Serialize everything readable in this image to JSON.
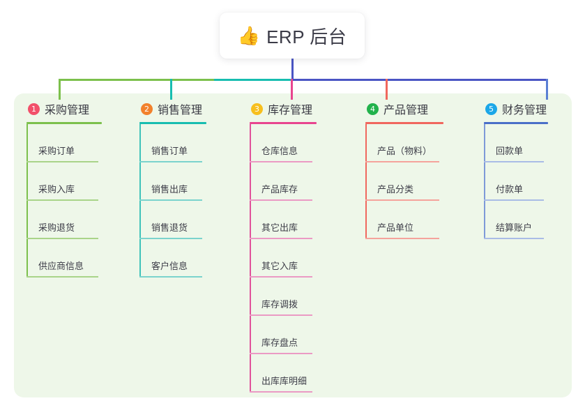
{
  "root": {
    "icon": "thumbs-up-icon",
    "emoji": "👍",
    "title": "ERP 后台"
  },
  "palette": {
    "panel_bg": "#eef7e9",
    "root_stem": "#4a55c4",
    "bus_green": "#7cc04c",
    "bus_teal": "#18bdb0",
    "bus_blue": "#4a55c4"
  },
  "columns": [
    {
      "number": "1",
      "title": "采购管理",
      "badge_color": "#f2506a",
      "rule_color": "#7cc04c",
      "spine_color": "#7cc04c",
      "leaf_rule_color": "#a9d489",
      "items": [
        {
          "label": "采购订单"
        },
        {
          "label": "采购入库"
        },
        {
          "label": "采购退货"
        },
        {
          "label": "供应商信息"
        }
      ]
    },
    {
      "number": "2",
      "title": "销售管理",
      "badge_color": "#f2812c",
      "rule_color": "#18bdb0",
      "spine_color": "#3fc3ba",
      "leaf_rule_color": "#7bd3cd",
      "items": [
        {
          "label": "销售订单"
        },
        {
          "label": "销售出库"
        },
        {
          "label": "销售退货"
        },
        {
          "label": "客户信息"
        }
      ]
    },
    {
      "number": "3",
      "title": "库存管理",
      "badge_color": "#f7bf1e",
      "rule_color": "#e8458f",
      "spine_color": "#e0519a",
      "leaf_rule_color": "#eb9ac4",
      "items": [
        {
          "label": "仓库信息"
        },
        {
          "label": "产品库存"
        },
        {
          "label": "其它出库"
        },
        {
          "label": "其它入库"
        },
        {
          "label": "库存调拨"
        },
        {
          "label": "库存盘点"
        },
        {
          "label": "出库库明细"
        }
      ]
    },
    {
      "number": "4",
      "title": "产品管理",
      "badge_color": "#22b24c",
      "rule_color": "#f0675e",
      "spine_color": "#f0675e",
      "leaf_rule_color": "#f5a39c",
      "items": [
        {
          "label": "产品（物料）"
        },
        {
          "label": "产品分类"
        },
        {
          "label": "产品单位"
        }
      ]
    },
    {
      "number": "5",
      "title": "财务管理",
      "badge_color": "#1ba7e8",
      "rule_color": "#4a6fc8",
      "spine_color": "#7e9ad8",
      "leaf_rule_color": "#a9bce6",
      "items": [
        {
          "label": "回款单"
        },
        {
          "label": "付款单"
        },
        {
          "label": "结算账户"
        }
      ]
    }
  ]
}
